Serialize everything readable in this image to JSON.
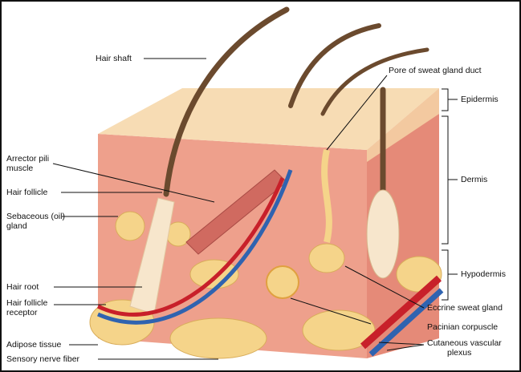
{
  "labels": {
    "hair_shaft": "Hair shaft",
    "pore": "Pore of sweat gland duct",
    "epidermis": "Epidermis",
    "dermis": "Dermis",
    "hypodermis": "Hypodermis",
    "arrector_1": "Arrector pili",
    "arrector_2": "muscle",
    "hair_follicle": "Hair follicle",
    "sebaceous_1": "Sebaceous (oil)",
    "sebaceous_2": "gland",
    "hair_root": "Hair root",
    "receptor_1": "Hair follicle",
    "receptor_2": "receptor",
    "adipose": "Adipose tissue",
    "sensory": "Sensory nerve fiber",
    "eccrine": "Eccrine sweat gland",
    "pacinian": "Pacinian corpuscle",
    "plexus_1": "Cutaneous vascular",
    "plexus_2": "plexus"
  },
  "colors": {
    "epidermis": "#f7dcb4",
    "dermis": "#eea08c",
    "fat": "#f5d48a",
    "artery": "#c8202a",
    "vein": "#2f63b0",
    "hair": "#6b4a2e"
  }
}
